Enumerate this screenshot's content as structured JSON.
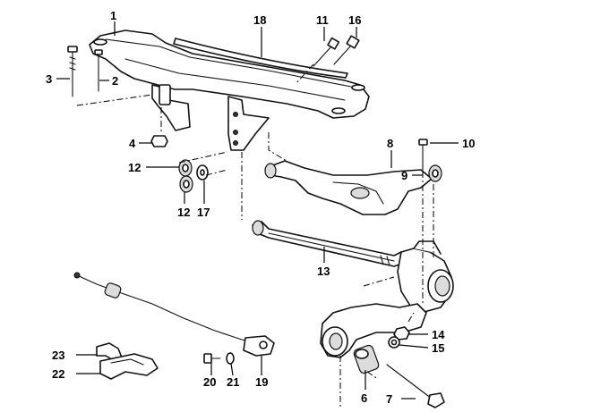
{
  "callouts": {
    "c1": "1",
    "c2": "2",
    "c3": "3",
    "c4": "4",
    "c6": "6",
    "c7": "7",
    "c8": "8",
    "c9": "9",
    "c10": "10",
    "c11": "11",
    "c12a": "12",
    "c12b": "12",
    "c13": "13",
    "c14": "14",
    "c15": "15",
    "c16": "16",
    "c17": "17",
    "c18": "18",
    "c19": "19",
    "c20": "20",
    "c21": "21",
    "c22": "22",
    "c23": "23"
  },
  "colors": {
    "line": "#111111",
    "fill": "#ffffff",
    "shade": "#dcdcdc"
  }
}
